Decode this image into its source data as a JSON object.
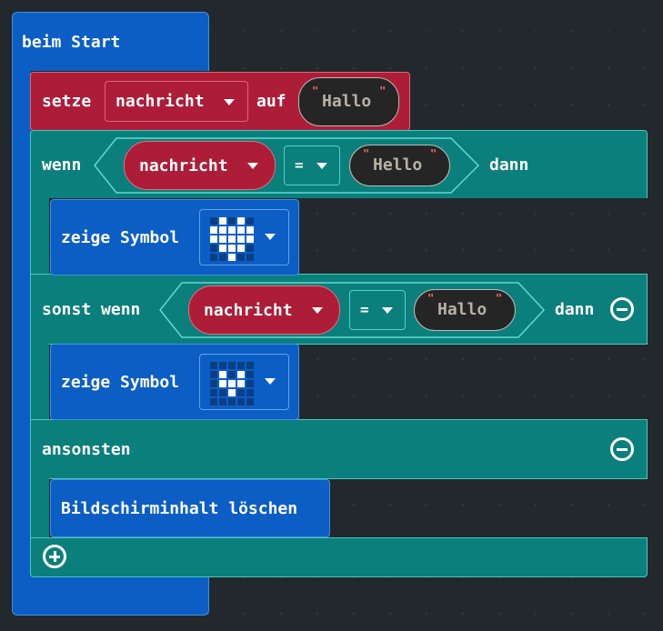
{
  "on_start": {
    "label": "beim Start"
  },
  "set_block": {
    "setze": "setze",
    "variable": "nachricht",
    "auf": "auf",
    "value": "Hallo"
  },
  "if_block": {
    "if_label": "wenn",
    "condition1": {
      "variable": "nachricht",
      "operator": "=",
      "value": "Hello"
    },
    "then_label": "dann",
    "show_icon_1": {
      "label": "zeige Symbol",
      "icon": "heart-icon"
    },
    "else_if_label": "sonst wenn",
    "condition2": {
      "variable": "nachricht",
      "operator": "=",
      "value": "Hallo"
    },
    "then_label_2": "dann",
    "show_icon_2": {
      "label": "zeige Symbol",
      "icon": "small-heart-icon"
    },
    "else_label": "ansonsten",
    "clear_screen": {
      "label": "Bildschirminhalt löschen"
    }
  },
  "colors": {
    "background": "#22282b",
    "basic_blue": "#0c5ec4",
    "variables_red": "#ad1d38",
    "logic_teal": "#0b7f7b"
  },
  "icons": {
    "heart": [
      0,
      1,
      0,
      1,
      0,
      1,
      1,
      1,
      1,
      1,
      1,
      1,
      1,
      1,
      1,
      0,
      1,
      1,
      1,
      0,
      0,
      0,
      1,
      0,
      0
    ],
    "small_heart": [
      0,
      0,
      0,
      0,
      0,
      0,
      1,
      0,
      1,
      0,
      0,
      1,
      1,
      1,
      0,
      0,
      0,
      1,
      0,
      0,
      0,
      0,
      0,
      0,
      0
    ]
  }
}
